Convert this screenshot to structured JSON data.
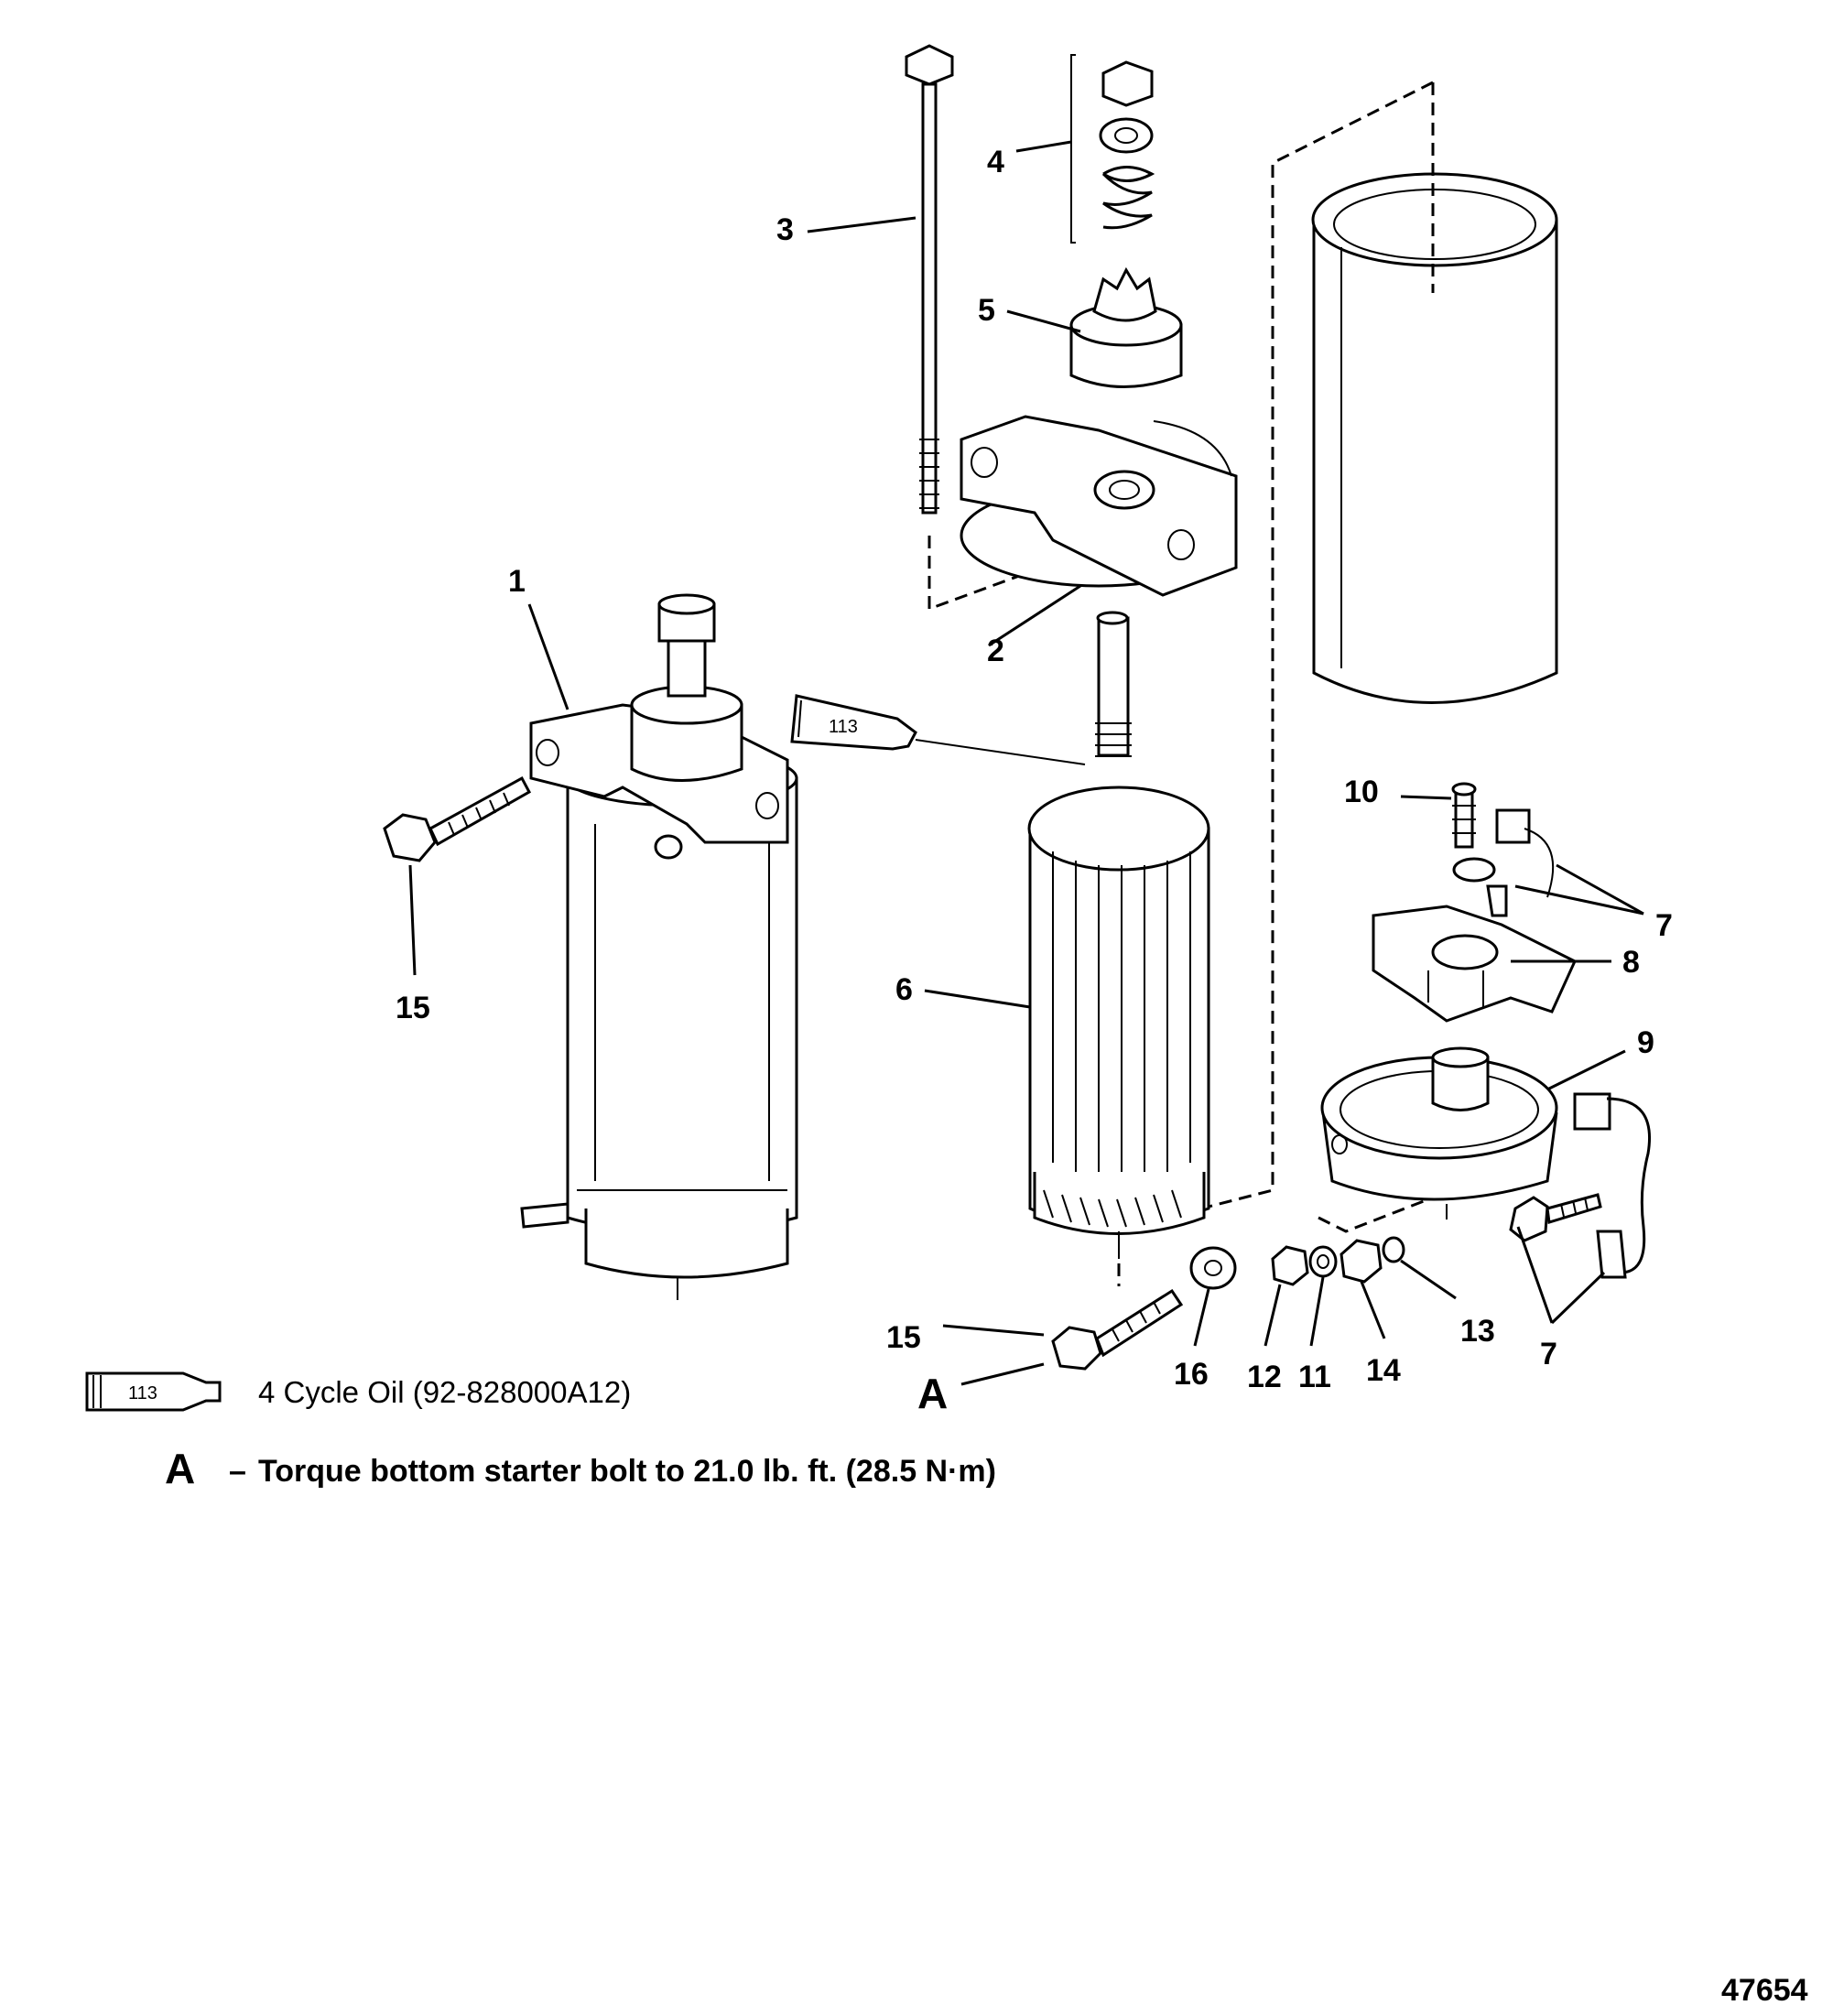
{
  "callouts": {
    "c1": "1",
    "c2": "2",
    "c3": "3",
    "c4": "4",
    "c5": "5",
    "c6": "6",
    "c7a": "7",
    "c7b": "7",
    "c8": "8",
    "c9": "9",
    "c10": "10",
    "c11": "11",
    "c12": "12",
    "c13": "13",
    "c14": "14",
    "c15a": "15",
    "c15b": "15",
    "c16": "16",
    "cA": "A"
  },
  "lubricant_tube_label": "113",
  "legend": {
    "tube_label": "113",
    "text": "4 Cycle Oil (92-828000A12)"
  },
  "note": {
    "letter": "A",
    "dash": "–",
    "text": "Torque bottom starter bolt to 21.0 lb. ft. (28.5 N·m)"
  },
  "figure_number": "47654"
}
